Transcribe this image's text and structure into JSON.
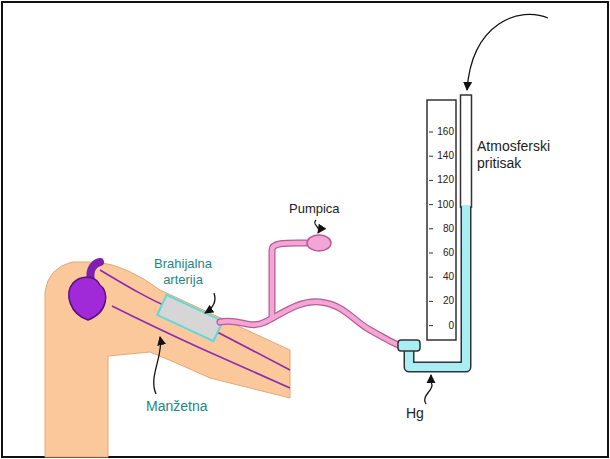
{
  "diagram": {
    "labels": [
      "Atmosferski pritisak",
      "Pumpica",
      "Brahijalna arterija",
      "Manžetna",
      "Hg",
      "160",
      "140",
      "120",
      "100",
      "80",
      "60",
      "40",
      "20",
      "0"
    ]
  }
}
